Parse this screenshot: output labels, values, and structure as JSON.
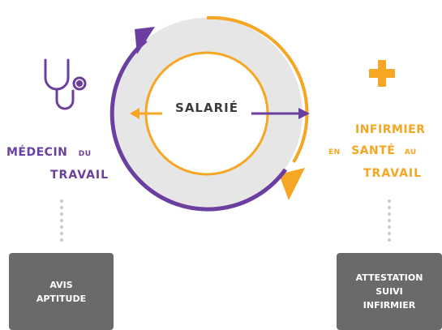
{
  "colors": {
    "purple": "#6b3fa0",
    "orange": "#f5a623",
    "ring": "#e6e6e6",
    "box": "#6a6a6a",
    "dots": "#c8c8c8"
  },
  "center": {
    "label": "SALARIÉ"
  },
  "left": {
    "icon": "stethoscope-icon",
    "title_part1": "MÉDECIN",
    "title_small": "DU",
    "title_part2": "TRAVAIL",
    "box_lines": [
      "AVIS",
      "APTITUDE"
    ]
  },
  "right": {
    "icon": "plus-cross-icon",
    "title_line1": "INFIRMIER",
    "title_small1": "EN",
    "title_main": "SANTÉ",
    "title_small2": "AU",
    "title_line3": "TRAVAIL",
    "box_lines": [
      "ATTESTATION",
      "SUIVI",
      "INFIRMIER"
    ]
  }
}
